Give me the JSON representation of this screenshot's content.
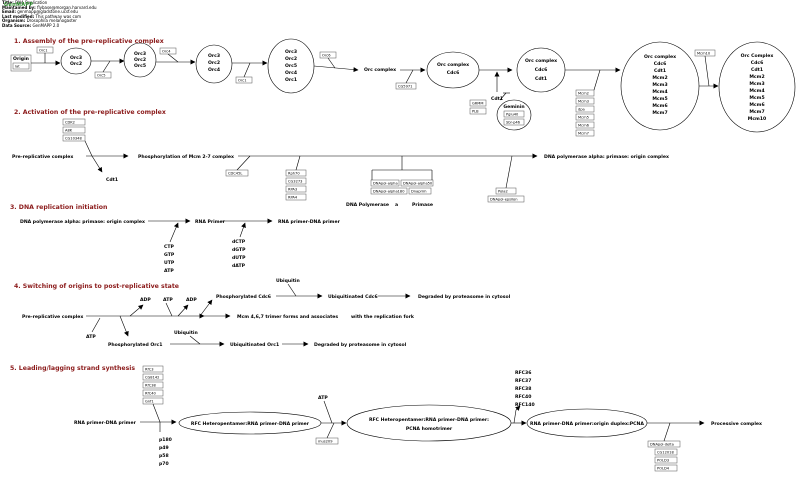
{
  "header": {
    "logo": "GenMAPP",
    "rows": [
      {
        "key": "Title:",
        "value": "DNA Replication"
      },
      {
        "key": "Maintained by:",
        "value": "flybase@morgan.harvard.edu"
      },
      {
        "key": "Email:",
        "value": "genmapp@gladstone.ucsf.edu"
      },
      {
        "key": "Last modified:",
        "value": "This pathway was com"
      },
      {
        "key": "Organism:",
        "value": "Drosophila melanogaster"
      },
      {
        "key": "Data Source:",
        "value": "GenMAPP 2.0"
      }
    ]
  },
  "sections": [
    {
      "title": "1. Assembly of the pre-replicative complex"
    },
    {
      "title": "2. Activation of the pre-replicative complex"
    },
    {
      "title": "3. DNA replication initiation"
    },
    {
      "title": "4. Switching of origins to post-replicative state"
    },
    {
      "title": "5. Leading/lagging strand synthesis"
    }
  ],
  "s1": {
    "origin": "Origin",
    "ori_box": "lat",
    "orc1_box": "Orc1",
    "orc5_box": "Orc5",
    "orc4_box": "Orc4",
    "orc1b_box": "Orc1",
    "orc6_box": "Orc6",
    "cg_box": "CG5971",
    "mcm10_box": "Mcm10",
    "cdt1": "Cdt1",
    "geminin": "Geminin",
    "n1": [
      "Orc3",
      "Orc2"
    ],
    "n2": [
      "Orc3",
      "Orc2",
      "Orc5"
    ],
    "n3": [
      "Orc3",
      "Orc2",
      "Orc4"
    ],
    "n4": [
      "Orc3",
      "Orc2",
      "Orc5",
      "Orc4",
      "Orc1"
    ],
    "orc_complex": "Orc complex",
    "n5": [
      "Orc complex",
      "Cdc6"
    ],
    "n6": [
      "Orc complex",
      "Cdc6",
      "Cdt1"
    ],
    "n7": [
      "Orc complex",
      "Cdc6",
      "Cdt1",
      "Mcm2",
      "Mcm3",
      "Mcm4",
      "Mcm5",
      "Mcm6",
      "Mcm7"
    ],
    "n8": [
      "Orc Complex",
      "Cdc6",
      "Cdt1",
      "Mcm2",
      "Mcm3",
      "Mcm4",
      "Mcm5",
      "Mcm6",
      "Mcm7",
      "Mcm10"
    ],
    "grmm": [
      "GRMM",
      "PLB"
    ],
    "gem": [
      "Pgiu40",
      "Sbr-p46"
    ],
    "mcm_boxes": [
      "Mcm2",
      "Mcm3",
      "dpa",
      "Mcm5",
      "Mcm6",
      "Mcm7"
    ]
  },
  "s2": {
    "cdc_boxes": [
      "CDK2",
      "A8K",
      "CG10348"
    ],
    "prerep": "Pre-replicative complex",
    "phos": "Phosphorylation of Mcm 2-7 complex",
    "polalpha": "DNA polymerase alpha: primase: origin complex",
    "cdt1": "Cdt1",
    "cdc45": "CDC45L",
    "mid_boxes": [
      "Rph70",
      "CG3273",
      "RPA3",
      "RPA4"
    ],
    "pol_boxes": [
      "DNApol-alpha",
      "DNApol-alpha50",
      "DNApol-alpha180",
      "Dnaprim"
    ],
    "pol_label": "DNA Polymerase",
    "alpha": "a",
    "primase": "Primase",
    "pola2": [
      "Pola2",
      "DNApol-epsilon"
    ]
  },
  "s3": {
    "polalpha": "DNA polymerase alpha: primase: origin complex",
    "rna_primer": "RNA Primer",
    "rna_dna": "RNA primer-DNA primer",
    "ntp": [
      "CTP",
      "GTP",
      "UTP",
      "ATP"
    ],
    "dntp": [
      "dCTP",
      "dGTP",
      "dUTP",
      "dATP"
    ]
  },
  "s4": {
    "prerep": "Pre-replicative complex",
    "atp": "ATP",
    "adp1": "ADP",
    "atp2": "ATP",
    "adp2": "ADP",
    "phos_cdc6": "Phosphorylated Cdc6",
    "ubiq1": "Ubiquitin",
    "ubiq_cdc6": "Ubiquitinated Cdc6",
    "degr1": "Degraded by proteasome in cytosol",
    "mcm_trimer": "Mcm 4,6,7 trimer forms and associates",
    "fork": "with the replication fork",
    "phos_orc1": "Phosphorylated Orc1",
    "ubiq2": "Ubiquitin",
    "ubiq_orc1": "Ubiquitinated Orc1",
    "degr2": "Degraded by proteasome in cytosol"
  },
  "s5": {
    "rna_dna": "RNA primer-DNA primer",
    "rfc_boxes": [
      "RfC3",
      "CG8142",
      "RfC38",
      "RfC40",
      "Gnf1"
    ],
    "p_labels": [
      "p180",
      "p49",
      "p58",
      "p70"
    ],
    "rfc_hetero": "RFC Heteropentamer:RNA primer-DNA primer",
    "atp": "ATP",
    "mus209": "mus209",
    "rfc_pcna": [
      "RFC Heteropentamer:RNA primer-DNA primer:",
      "PCNA homotrimer"
    ],
    "rfc_list": [
      "RFC36",
      "RFC37",
      "RFC38",
      "RFC40",
      "RFC140"
    ],
    "duplex": "RNA primer-DNA primer:origin duplex:PCNA",
    "processive": "Processive complex",
    "pol_boxes": [
      "DNApol-delta",
      "CG12018",
      "POLD3",
      "POLD4"
    ]
  }
}
